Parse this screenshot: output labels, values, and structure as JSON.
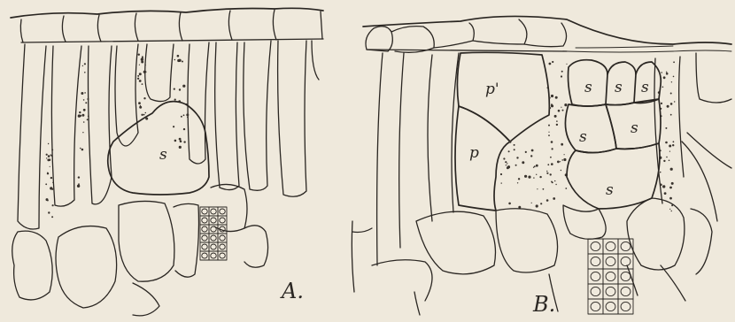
{
  "figure": {
    "background": "#efe9dc",
    "ink": "#2a2622",
    "panels": [
      {
        "label": "A.",
        "cell_labels": [
          "s"
        ]
      },
      {
        "label": "B.",
        "cell_labels": [
          "p'",
          "p",
          "s",
          "s",
          "s",
          "s",
          "s",
          "s"
        ]
      }
    ]
  }
}
